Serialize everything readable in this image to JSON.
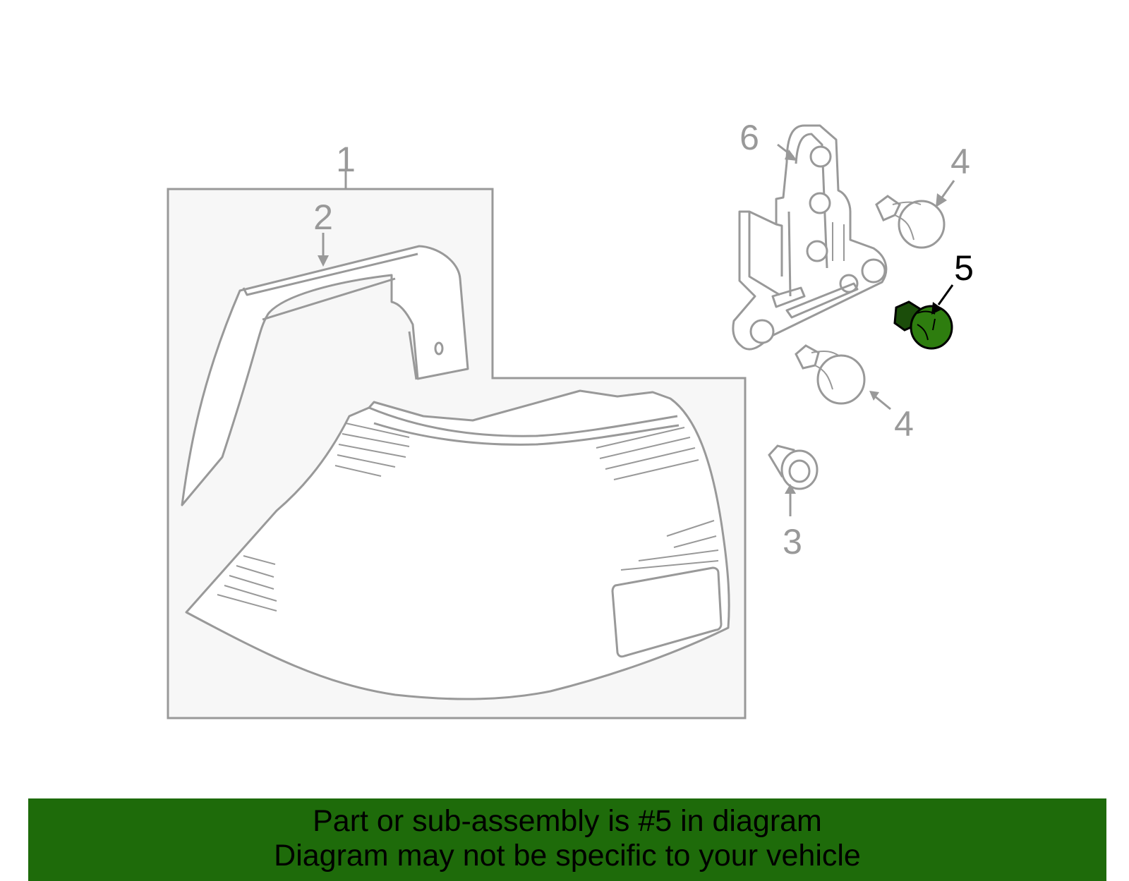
{
  "colors": {
    "part_outline": "#999999",
    "part_fill": "#ffffff",
    "assembly_fill": "#f7f7f7",
    "highlight": "#2e7d0f",
    "highlight_dark": "#1b4d0a",
    "highlight_label": "#000000",
    "banner": "#1e6b0a"
  },
  "callouts": {
    "c1": "1",
    "c2": "2",
    "c3": "3",
    "c4a": "4",
    "c4b": "4",
    "c5": "5",
    "c6": "6"
  },
  "highlighted_part": "5",
  "banner": {
    "line1": "Part or sub-assembly is #5 in diagram",
    "line2": "Diagram may not be specific to your vehicle"
  }
}
